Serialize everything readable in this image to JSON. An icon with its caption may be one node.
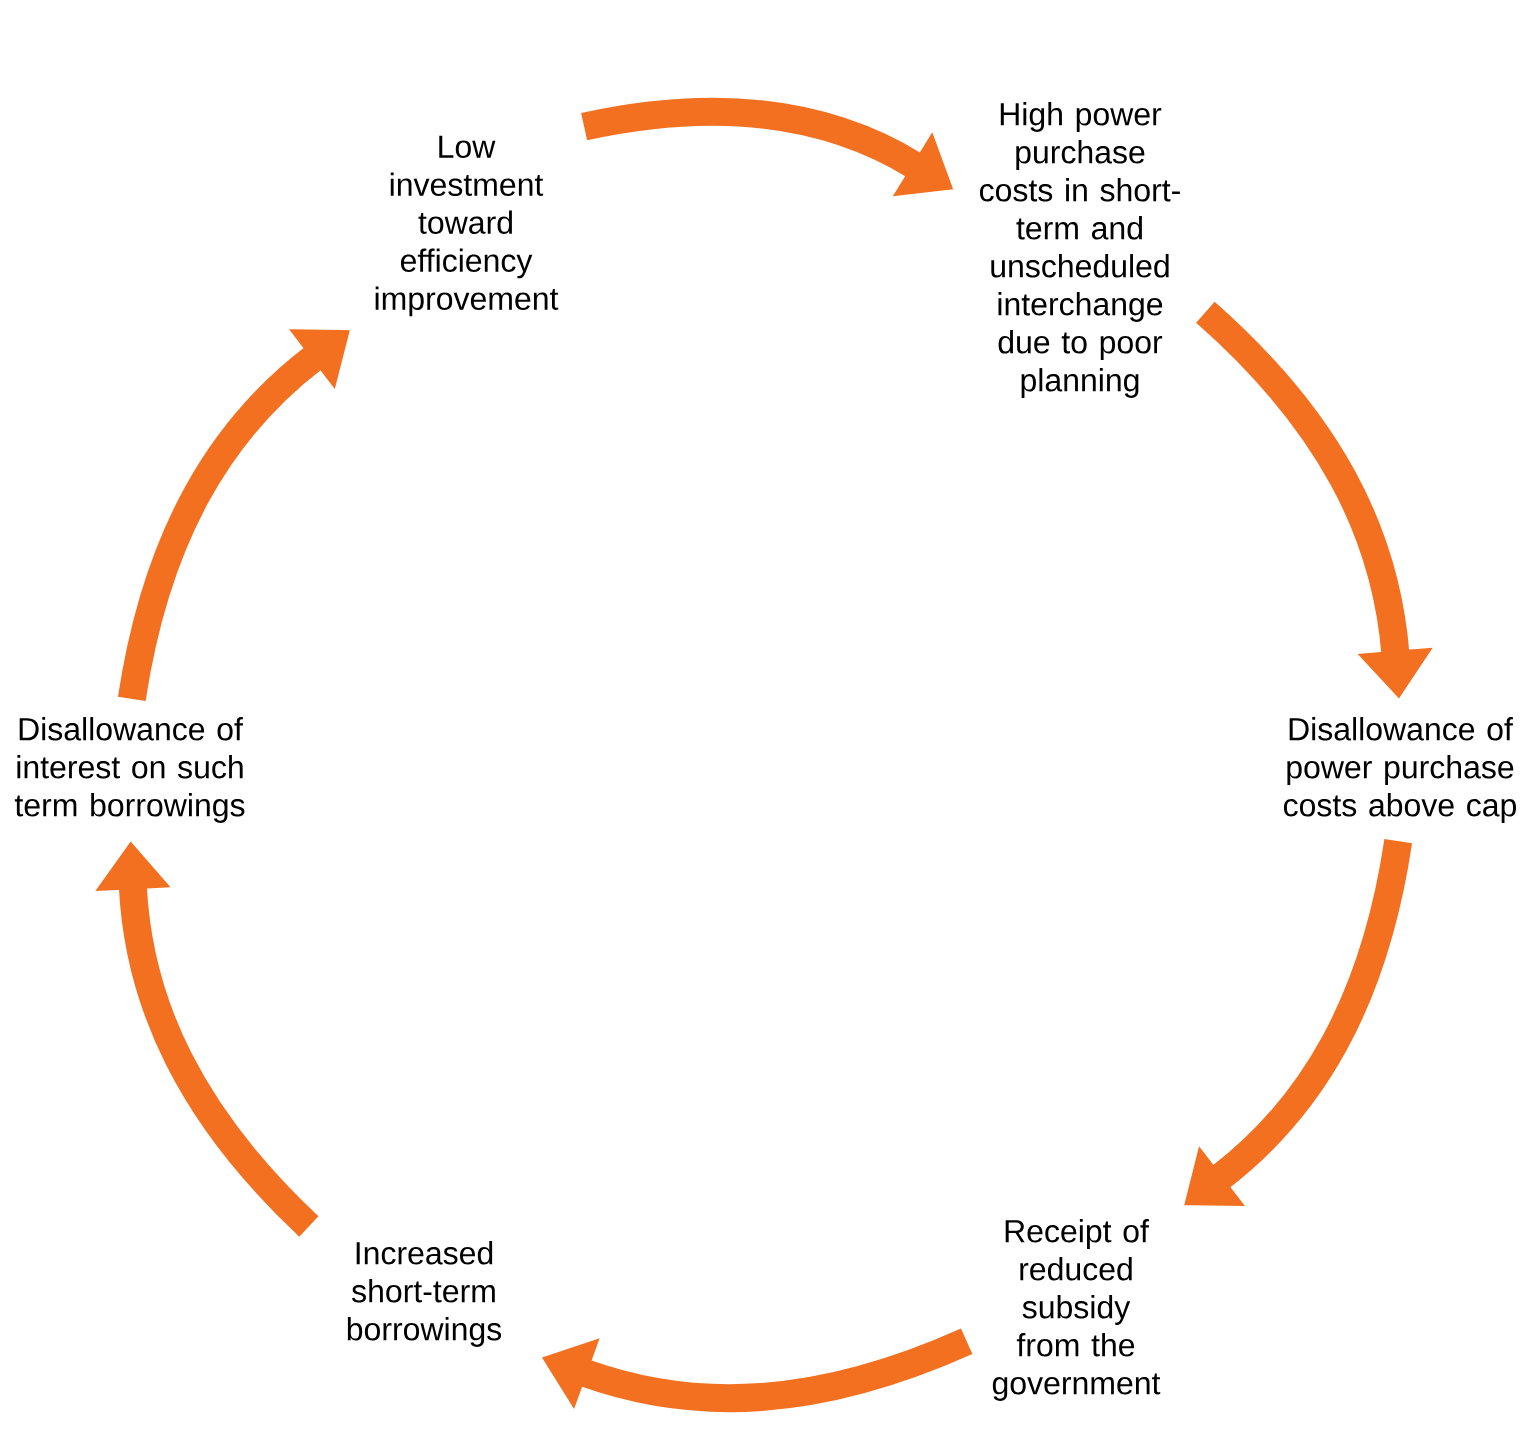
{
  "diagram": {
    "nodes": [
      {
        "text": [
          "Low investment toward efficiency improvement"
        ]
      },
      {
        "text": [
          "High power purchase costs in short-term and unscheduled interchange due to poor planning"
        ]
      },
      {
        "text": [
          "Disallowance of power purchase costs above cap"
        ]
      },
      {
        "text": [
          "Receipt of reduced subsidy from the government"
        ]
      },
      {
        "text": [
          "Increased short-term borrowings"
        ]
      },
      {
        "text": [
          "Disallowance of interest on such term borrowings"
        ]
      }
    ],
    "edges": [
      {
        "from": 0,
        "to": 1,
        "arrow": "to"
      },
      {
        "from": 1,
        "to": 2,
        "arrow": "to"
      },
      {
        "from": 2,
        "to": 3,
        "arrow": "to"
      },
      {
        "from": 3,
        "to": 4,
        "arrow": "to"
      },
      {
        "from": 4,
        "to": 5,
        "arrow": "to"
      },
      {
        "from": 5,
        "to": 0,
        "arrow": "to"
      }
    ]
  }
}
